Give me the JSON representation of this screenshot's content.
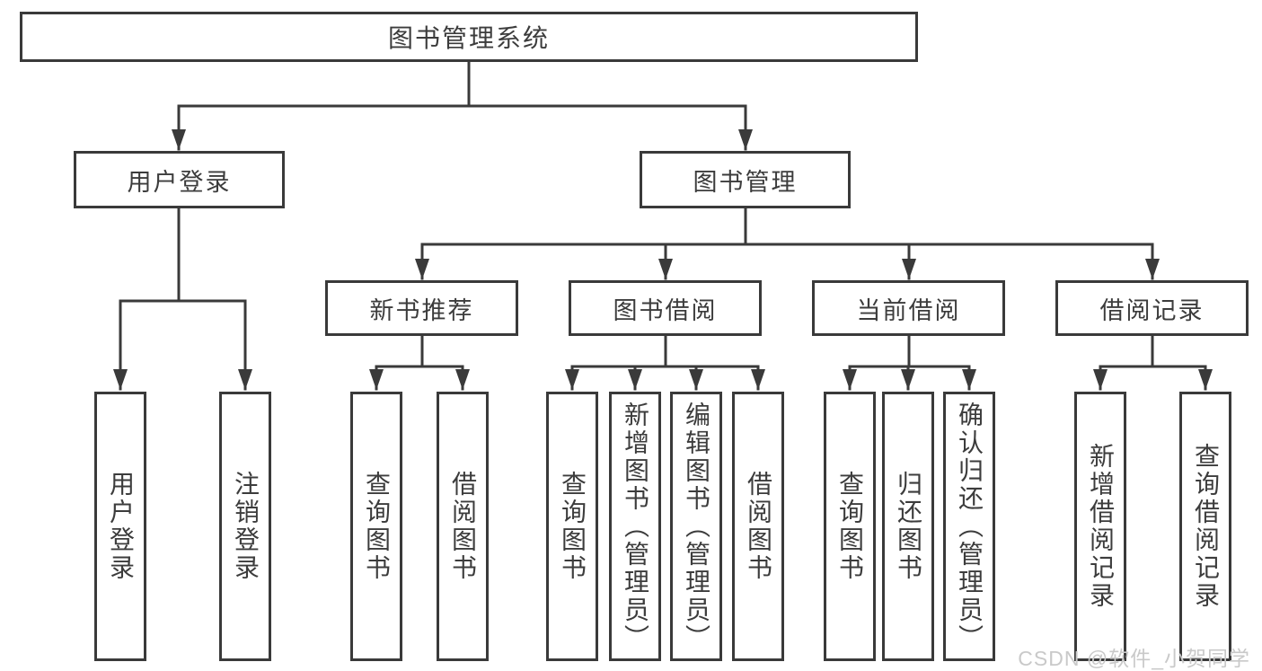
{
  "palette": {
    "line_color": "#3a3a3a",
    "text_color": "#3c3c3c",
    "background": "#ffffff",
    "watermark_color": "#c9c9c9"
  },
  "watermark": "CSDN @软件_小贺同学",
  "tree": {
    "root": {
      "label": "图书管理系统",
      "children": [
        {
          "label": "用户登录",
          "children": [
            {
              "label": "用户登录"
            },
            {
              "label": "注销登录"
            }
          ]
        },
        {
          "label": "图书管理",
          "children": [
            {
              "label": "新书推荐",
              "children": [
                {
                  "label": "查询图书"
                },
                {
                  "label": "借阅图书"
                }
              ]
            },
            {
              "label": "图书借阅",
              "children": [
                {
                  "label": "查询图书"
                },
                {
                  "label": "新增图书（管理员）"
                },
                {
                  "label": "编辑图书（管理员）"
                },
                {
                  "label": "借阅图书"
                }
              ]
            },
            {
              "label": "当前借阅",
              "children": [
                {
                  "label": "查询图书"
                },
                {
                  "label": "归还图书"
                },
                {
                  "label": "确认归还（管理员）"
                }
              ]
            },
            {
              "label": "借阅记录",
              "children": [
                {
                  "label": "新增借阅记录"
                },
                {
                  "label": "查询借阅记录"
                }
              ]
            }
          ]
        }
      ]
    }
  }
}
